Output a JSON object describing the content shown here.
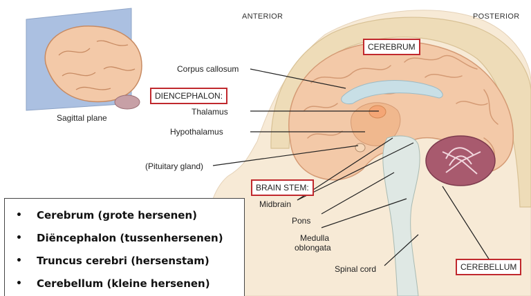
{
  "orientation": {
    "anterior": "ANTERIOR",
    "posterior": "POSTERIOR"
  },
  "inset": {
    "caption": "Sagittal plane"
  },
  "labels": {
    "cerebrum": "CEREBRUM",
    "corpus_callosum": "Corpus callosum",
    "diencephalon": "DIENCEPHALON:",
    "thalamus": "Thalamus",
    "hypothalamus": "Hypothalamus",
    "pituitary": "(Pituitary gland)",
    "brain_stem": "BRAIN STEM:",
    "midbrain": "Midbrain",
    "pons": "Pons",
    "medulla_1": "Medulla",
    "medulla_2": "oblongata",
    "spinal_cord": "Spinal cord",
    "cerebellum": "CEREBELLUM"
  },
  "legend": {
    "bullet": "•",
    "items": [
      "Cerebrum (grote hersenen)",
      "Diëncephalon (tussenhersenen)",
      "Truncus cerebri (hersenstam)",
      "Cerebellum (kleine hersenen)"
    ]
  },
  "colors": {
    "box_border": "#c0282d",
    "cortex": "#f3c9a8",
    "skin": "#f7ead6",
    "skull": "#eedcb8",
    "cerebellum": "#a85a6e",
    "brainstem": "#dfe8e4",
    "plane": "#9db6dc"
  }
}
